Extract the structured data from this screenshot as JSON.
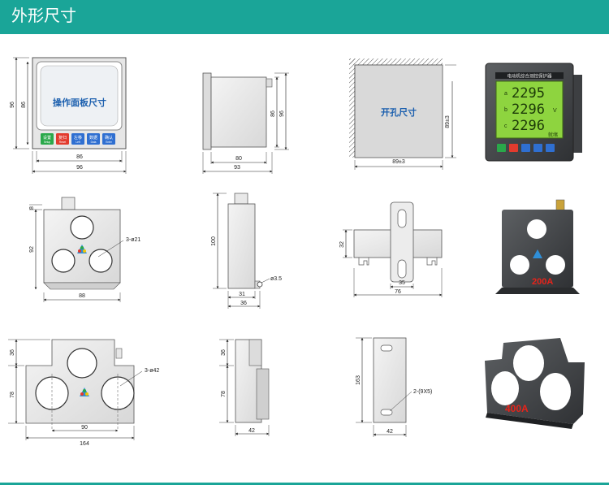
{
  "page": {
    "title": "外形尺寸"
  },
  "colors": {
    "header": "#1aa598",
    "label_blue": "#1b5fae",
    "ct_red": "#e8231a",
    "device_screen": "#8ed43f"
  },
  "row1": {
    "panel": {
      "label": "操作面板尺寸",
      "dims": {
        "width_inner": "86",
        "width_outer": "96",
        "height_inner": "86",
        "height_outer": "96"
      },
      "buttons": [
        {
          "label": "设置",
          "sub": "Setup",
          "color": "#2aa84a"
        },
        {
          "label": "复归",
          "sub": "Reset",
          "color": "#e23b2e"
        },
        {
          "label": "左移",
          "sub": "Left",
          "color": "#2f6fd1"
        },
        {
          "label": "数据",
          "sub": "Data",
          "color": "#2f6fd1"
        },
        {
          "label": "确认",
          "sub": "Enter",
          "color": "#2f6fd1"
        }
      ]
    },
    "side": {
      "dims": {
        "depth_inner": "80",
        "depth_outer": "93",
        "height_inner": "86",
        "height_outer": "96"
      }
    },
    "cutout": {
      "label": "开孔尺寸",
      "dims": {
        "width": "89±3",
        "height": "89±3"
      }
    },
    "photo": {
      "title": "电动机综合测控保护器",
      "readings": [
        "2295",
        "2296",
        "2296"
      ],
      "phases": [
        "a",
        "b",
        "c"
      ],
      "unit": "V",
      "status": "就绪"
    }
  },
  "row2": {
    "ct_front": {
      "dims": {
        "top": "8",
        "height": "92",
        "width": "88",
        "holes": "3-ø21"
      }
    },
    "ct_side": {
      "dims": {
        "height": "100",
        "base_inner": "31",
        "base_outer": "36",
        "pin": "ø3.5"
      }
    },
    "rail": {
      "dims": {
        "height": "32",
        "slot": "35",
        "width": "76"
      }
    },
    "photo": {
      "rating": "200A"
    }
  },
  "row3": {
    "ct_front": {
      "dims": {
        "top": "36",
        "height": "78",
        "hole_span": "90",
        "width": "164",
        "holes": "3-ø42"
      }
    },
    "ct_side": {
      "dims": {
        "top": "36",
        "height": "78",
        "depth": "42"
      }
    },
    "plate": {
      "dims": {
        "height": "163",
        "slots": "2-(9X5)",
        "width": "42"
      }
    },
    "photo": {
      "rating": "400A"
    }
  }
}
